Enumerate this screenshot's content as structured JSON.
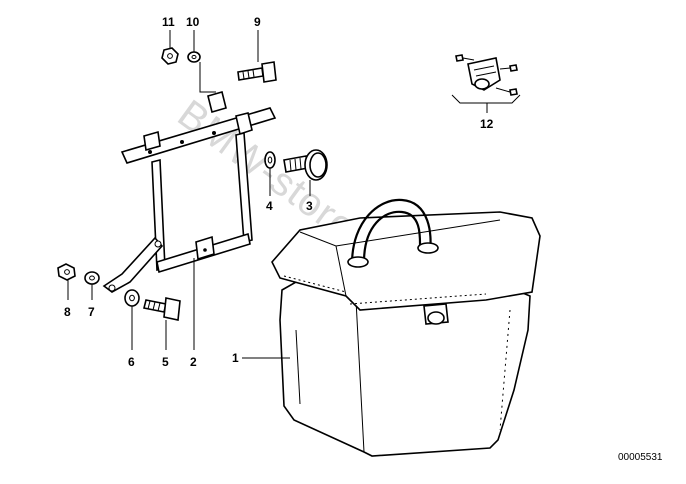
{
  "watermark": "BMW-store.pl",
  "document_number": "00005531",
  "parts": [
    {
      "number": "1",
      "icon": "case-icon"
    },
    {
      "number": "2",
      "icon": "bracket-icon"
    },
    {
      "number": "3",
      "icon": "knob-screw-icon"
    },
    {
      "number": "4",
      "icon": "washer-icon"
    },
    {
      "number": "5",
      "icon": "bolt-icon"
    },
    {
      "number": "6",
      "icon": "washer-icon"
    },
    {
      "number": "7",
      "icon": "washer-icon"
    },
    {
      "number": "8",
      "icon": "nut-icon"
    },
    {
      "number": "9",
      "icon": "bolt-icon"
    },
    {
      "number": "10",
      "icon": "washer-icon"
    },
    {
      "number": "11",
      "icon": "nut-icon"
    },
    {
      "number": "12",
      "icon": "lock-set-icon"
    }
  ]
}
